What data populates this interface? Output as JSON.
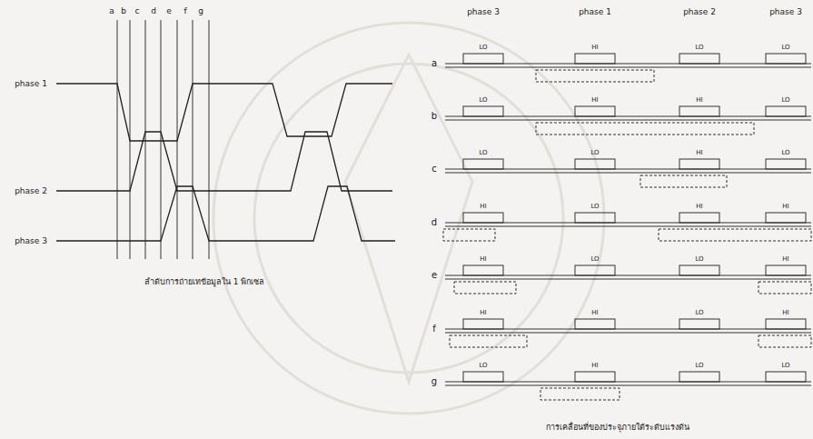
{
  "diagram": {
    "labels": [
      "a",
      "b",
      "c",
      "d",
      "e",
      "f",
      "g",
      "phase 1",
      "phase 2",
      "phase 3",
      "ลำดับการถ่ายเทข้อมูลใน 1 พิกเซล",
      "phase 3",
      "phase 1",
      "phase 2",
      "phase 3",
      "a",
      "LO",
      "HI",
      "LO",
      "LO",
      "b",
      "LO",
      "HI",
      "HI",
      "LO",
      "c",
      "LO",
      "LO",
      "HI",
      "LO",
      "d",
      "HI",
      "LO",
      "HI",
      "HI",
      "e",
      "HI",
      "LO",
      "LO",
      "HI",
      "f",
      "HI",
      "HI",
      "LO",
      "HI",
      "g",
      "LO",
      "HI",
      "LO",
      "LO",
      "การเคลื่อนที่ของประจุภายใต้ระดับแรงดัน"
    ]
  }
}
